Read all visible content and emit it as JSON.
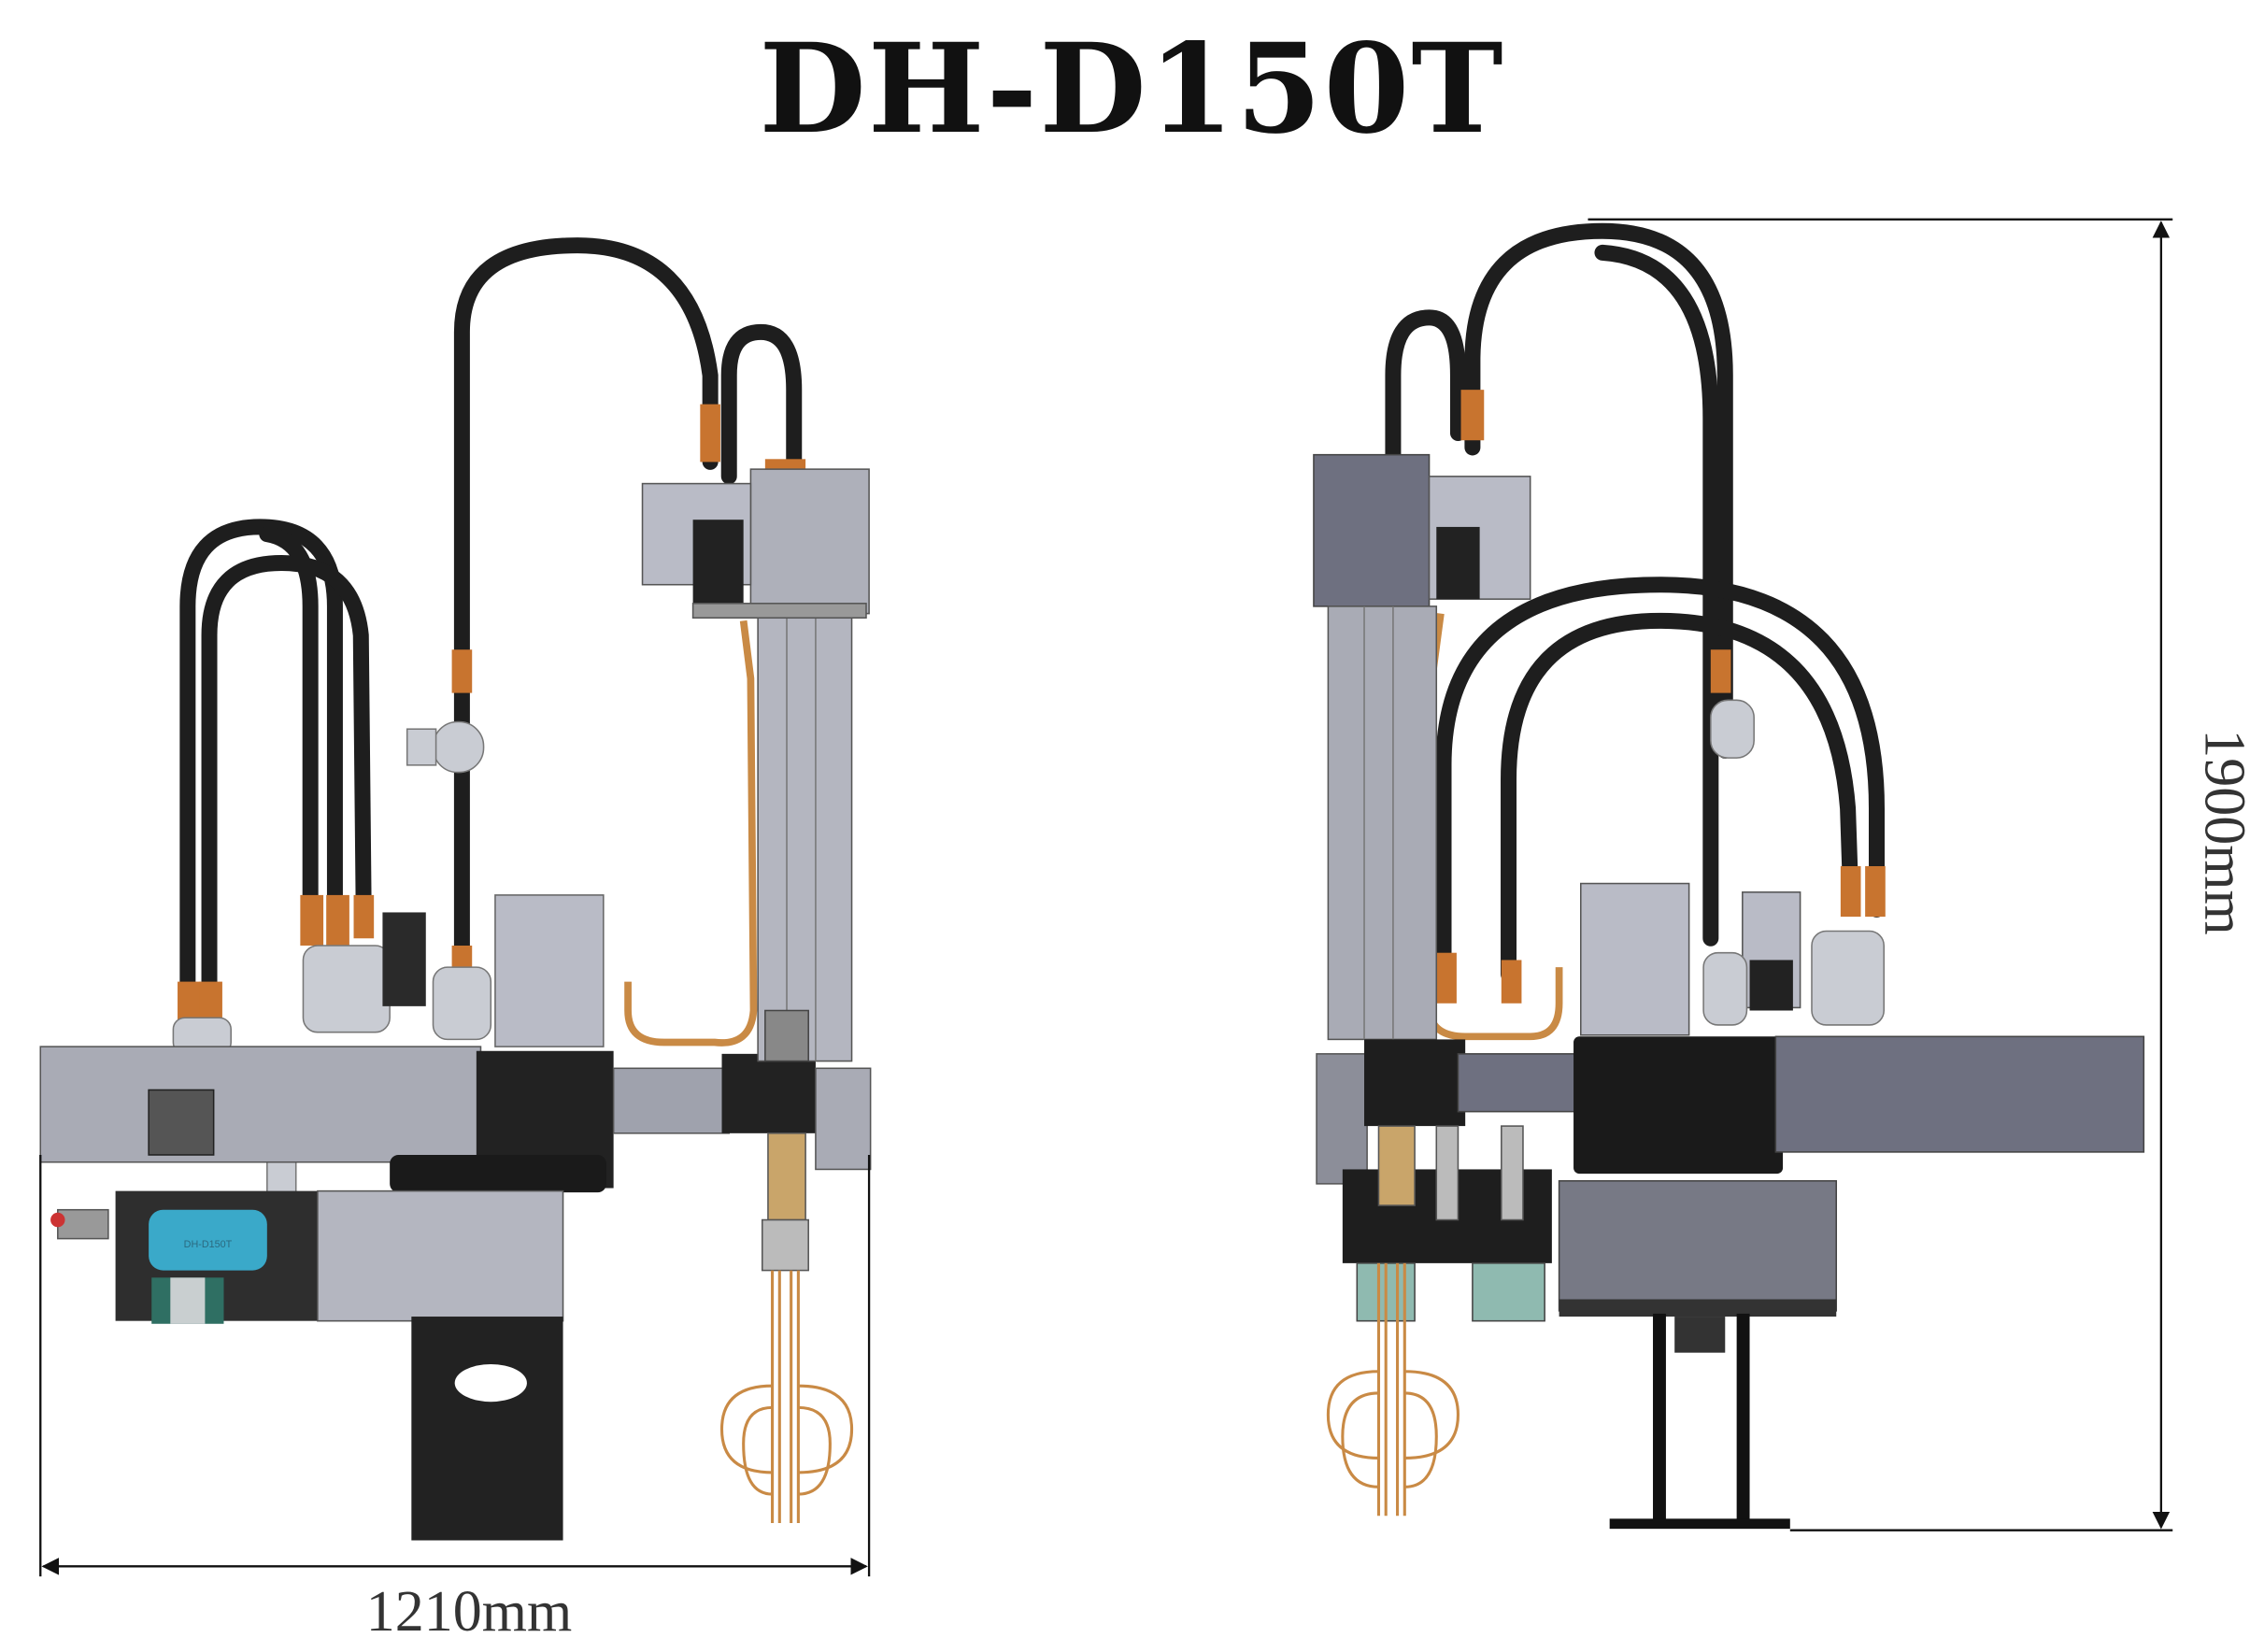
{
  "title": "DH-D150T",
  "dimensions": {
    "width": "1210mm",
    "height": "1900mm"
  },
  "nameplate": {
    "model": "DH-D150T"
  },
  "colors": {
    "frame_gray": "#a9abb5",
    "dark_block": "#222222",
    "hose": "#1e1e1e",
    "fitting": "#c8742f",
    "copper": "#c98a45",
    "nameplate": "#3aa9c9"
  }
}
